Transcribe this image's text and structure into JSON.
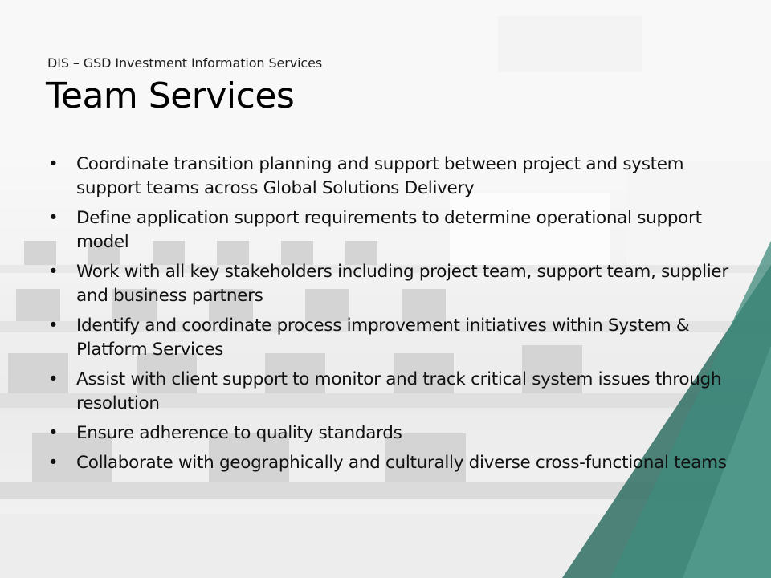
{
  "slide": {
    "subtitle": "DIS – GSD Investment Information Services",
    "title": "Team Services",
    "bullet_glyph": "•",
    "bullets": [
      "Coordinate transition planning and support between project and system support teams across Global Solutions Delivery",
      "Define application support requirements to determine operational support model",
      "Work with all key stakeholders including project team, support team, supplier and business partners",
      "Identify and coordinate process improvement initiatives within System & Platform Services",
      "Assist with client support to monitor and track critical system issues through resolution",
      "Ensure adherence to quality standards",
      "Collaborate with geographically and culturally diverse cross-functional teams"
    ]
  },
  "colors": {
    "accent": "#3f8a7c",
    "accent_dark": "#2f6e63",
    "text": "#111111"
  }
}
